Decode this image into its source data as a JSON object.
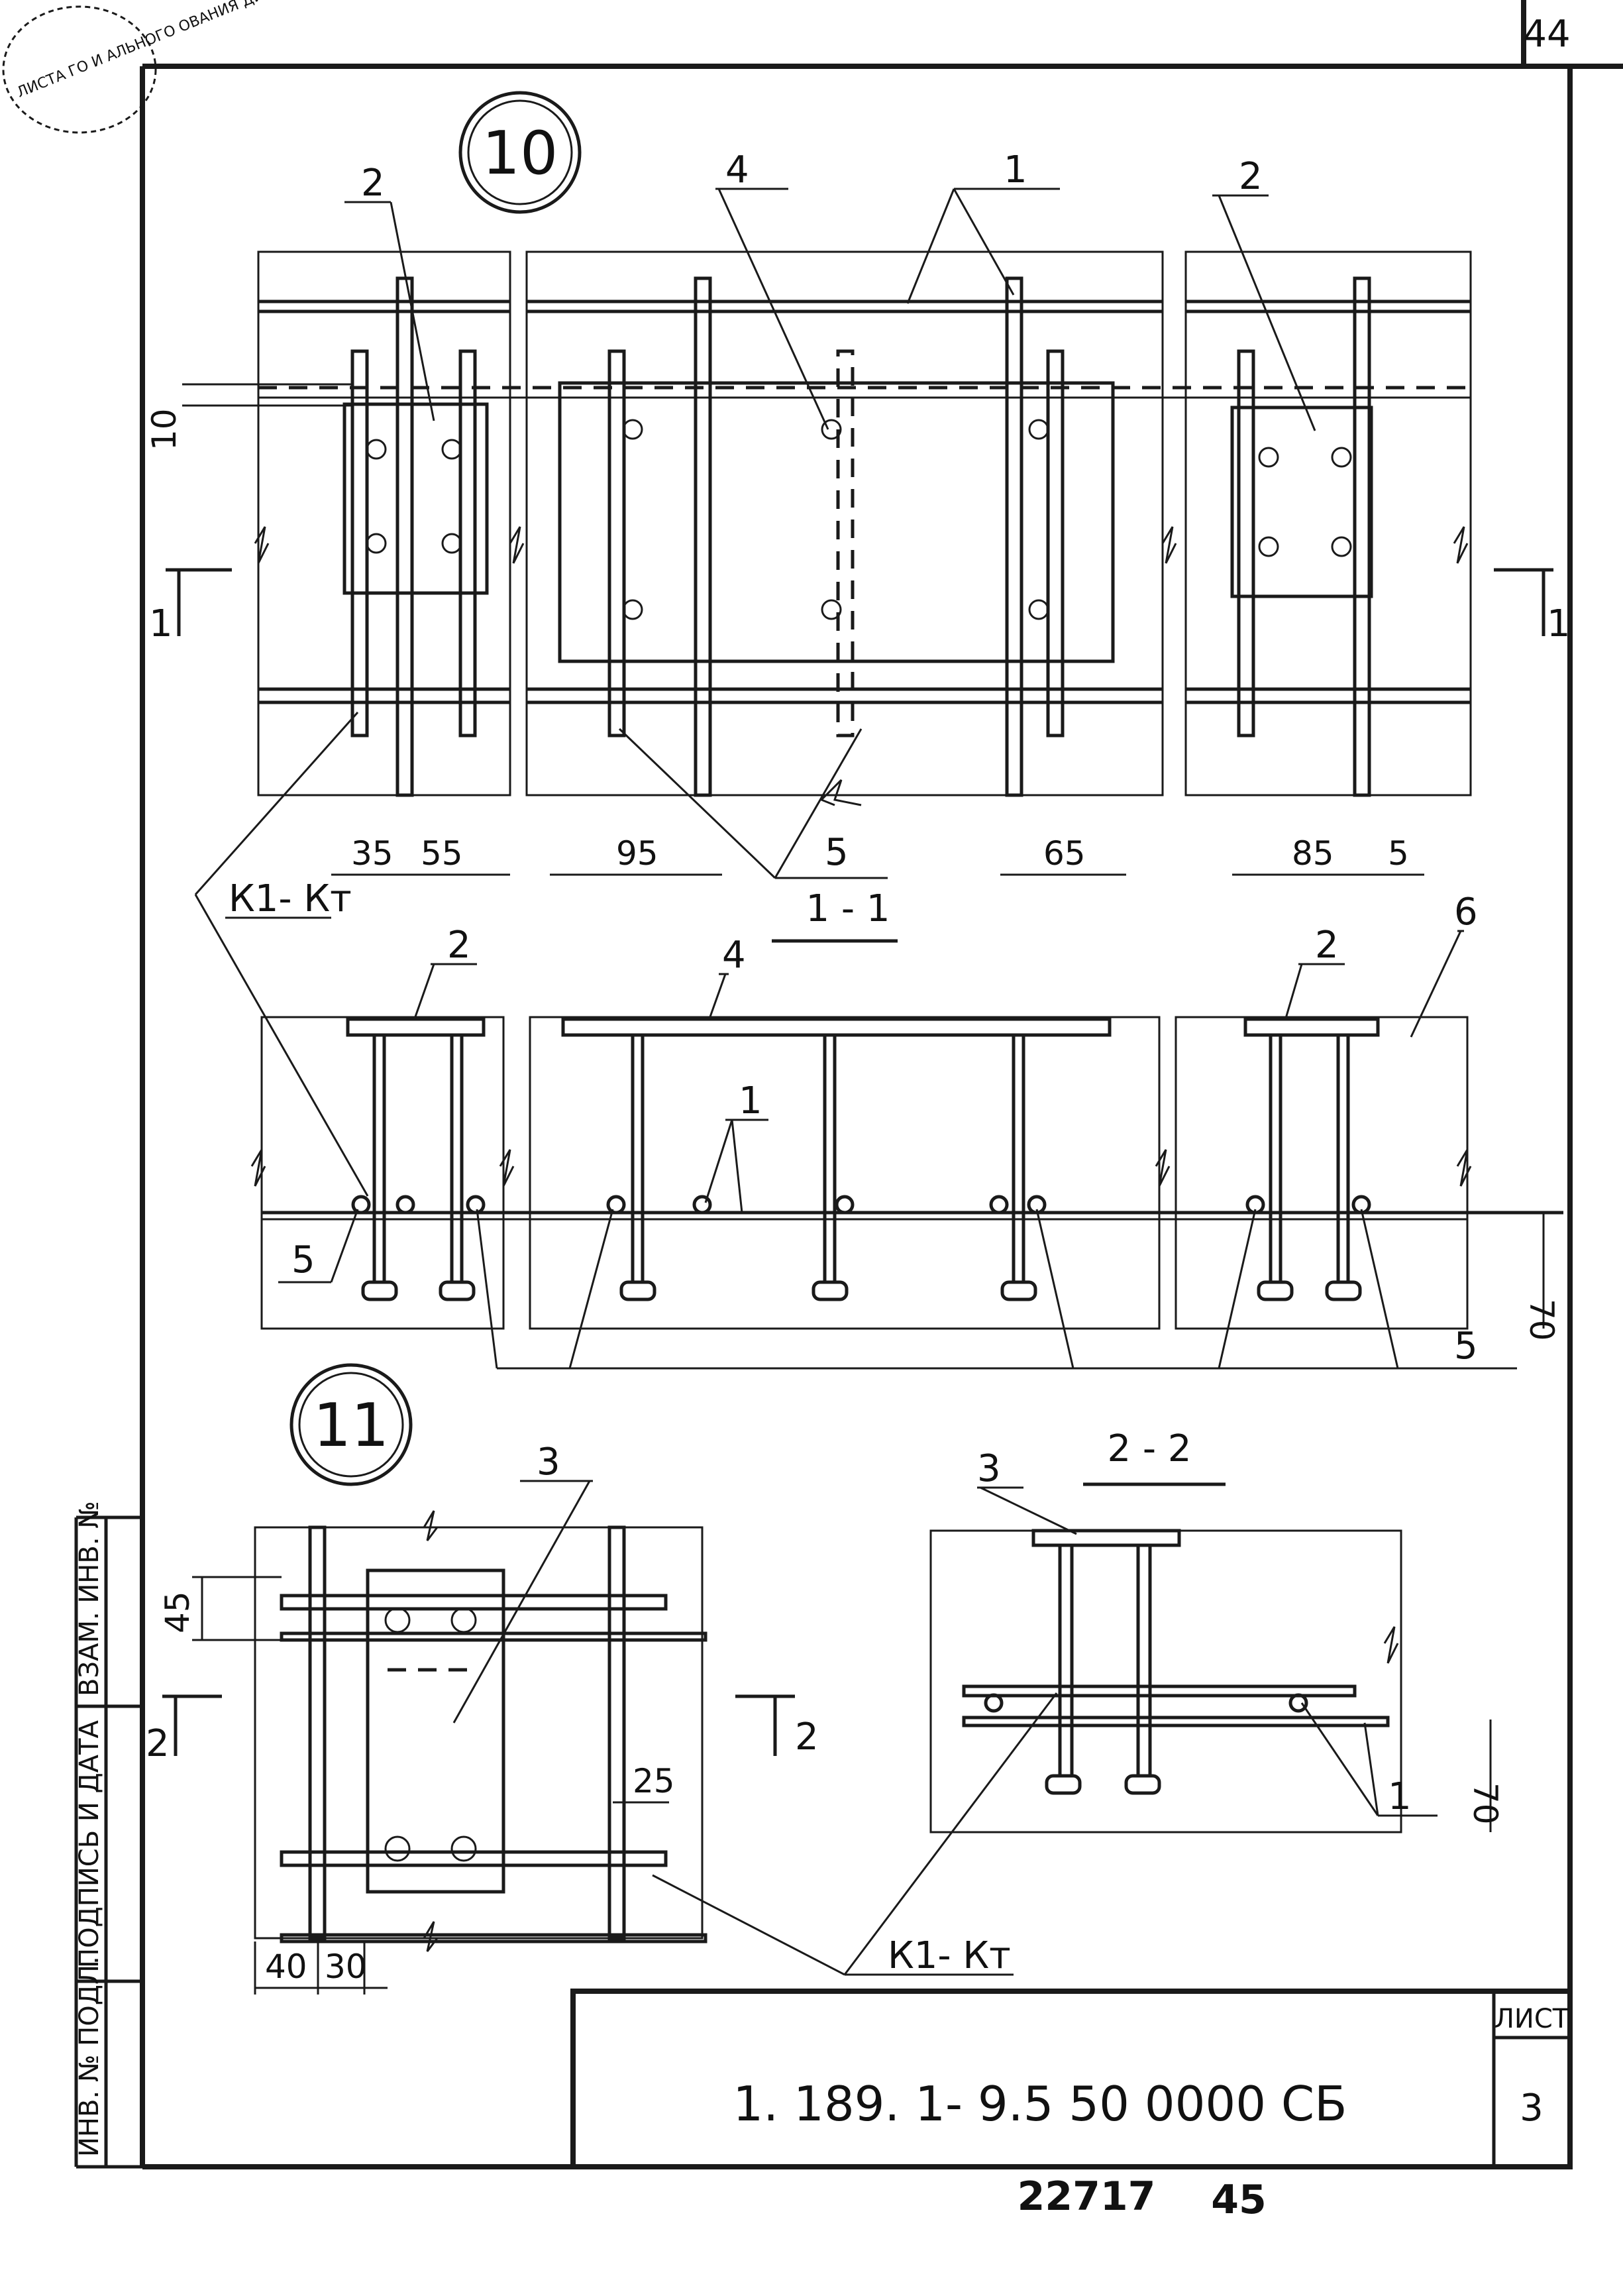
{
  "sheet": {
    "page_number": "44",
    "document_code": "1. 189. 1- 9.5  50 0000  СБ",
    "sheet_label": "ЛИСТ",
    "sheet_number": "3",
    "bottom_number": "22717",
    "bottom_page": "45"
  },
  "side_stamp": {
    "inv_podl": "ИНВ. № ПОДЛ.",
    "signature_date": "ПОДПИСЬ И ДАТА",
    "vzam_inv": "ВЗАМ. ИНВ. №"
  },
  "stamp_corner_text": "ЛИСТА ГО И АЛЬНОГО ОВАНИЯ ДИКИЕ И И.С.П. СНЫХ",
  "node10": {
    "number": "10",
    "callouts": {
      "c2a": "2",
      "c4": "4",
      "c1": "1",
      "c2b": "2",
      "c5": "5",
      "k": "К1- Кт"
    },
    "section_marks": {
      "left": "1",
      "right": "1"
    },
    "dims": {
      "d10": "10",
      "d35": "35",
      "d55": "55",
      "d95": "95",
      "d65": "65",
      "d85": "85",
      "d5": "5"
    }
  },
  "section11": {
    "title": "1 - 1",
    "callouts": {
      "c2a": "2",
      "c4": "4",
      "c2b": "2",
      "c6": "6",
      "c1": "1",
      "c5a": "5",
      "c5b": "5"
    },
    "dims": {
      "d70": "70"
    }
  },
  "node11": {
    "number": "11",
    "callouts": {
      "c3": "3",
      "k": "К1- Кт"
    },
    "section_marks": {
      "left": "2",
      "right": "2"
    },
    "dims": {
      "d45": "45",
      "d25": "25",
      "d40": "40",
      "d30": "30"
    }
  },
  "section22": {
    "title": "2 - 2",
    "callouts": {
      "c3": "3",
      "c1": "1"
    },
    "dims": {
      "d70": "70"
    }
  }
}
